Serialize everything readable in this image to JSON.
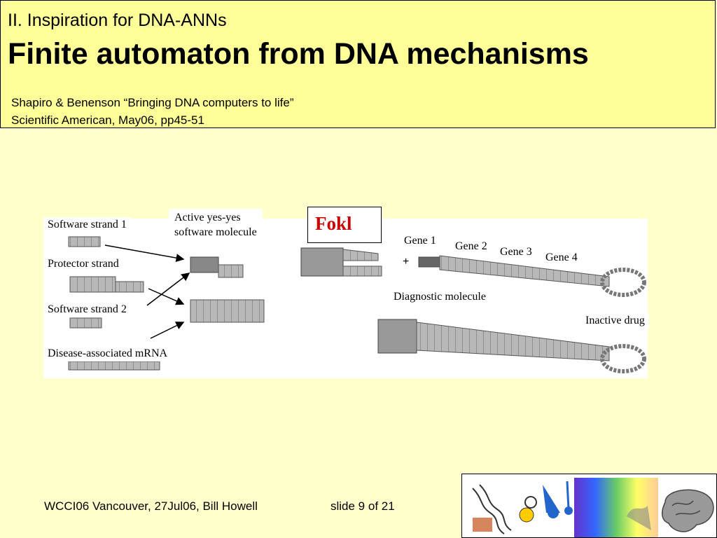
{
  "header": {
    "subtitle": "II. Inspiration for DNA-ANNs",
    "title": "Finite automaton from DNA mechanisms",
    "reference_line1": "Shapiro & Benenson “Bringing DNA computers to life”",
    "reference_line2": "Scientific American, May06, pp45-51"
  },
  "diagram": {
    "labels": {
      "software_strand_1": "Software strand 1",
      "active_molecule_line1": "Active yes-yes",
      "active_molecule_line2": "software molecule",
      "protector_strand": "Protector strand",
      "software_strand_2": "Software strand 2",
      "disease_mrna": "Disease-associated mRNA",
      "fokl": "Fokl",
      "gene1": "Gene 1",
      "gene2": "Gene 2",
      "gene3": "Gene 3",
      "gene4": "Gene 4",
      "diagnostic_molecule": "Diagnostic molecule",
      "inactive_drug": "Inactive drug",
      "plus": "+"
    }
  },
  "footer": {
    "credit": "WCCI06 Vancouver, 27Jul06, Bill Howell",
    "slide_number": "slide 9 of 21"
  },
  "colors": {
    "slide_background": "#ffffcc",
    "header_background": "#ffff99",
    "fokl_text": "#cc0000"
  }
}
